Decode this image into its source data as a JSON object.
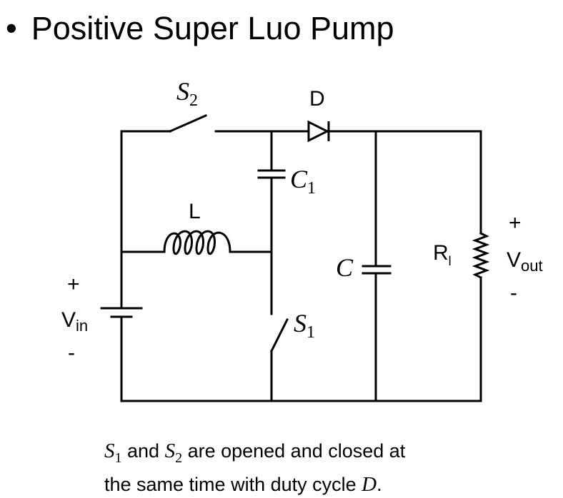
{
  "title": {
    "bullet": "•",
    "text": "Positive Super Luo Pump"
  },
  "labels": {
    "s2": "S",
    "s2_sub": "2",
    "diode": "D",
    "c1": "C",
    "c1_sub": "1",
    "inductor": "L",
    "c": "C",
    "rl": "R",
    "rl_sub": "l",
    "vout_plus": "+",
    "vout": "V",
    "vout_sub": "out",
    "vout_minus": "-",
    "vin_plus": "+",
    "vin": "V",
    "vin_sub": "in",
    "vin_minus": "-",
    "s1": "S",
    "s1_sub": "1"
  },
  "caption": {
    "s1": "S",
    "s1_sub": "1",
    "and": " and ",
    "s2": "S",
    "s2_sub": "2",
    "line1_rest": " are opened and closed at",
    "line2_prefix": "the same time with duty cycle ",
    "d": "D",
    "period": "."
  }
}
